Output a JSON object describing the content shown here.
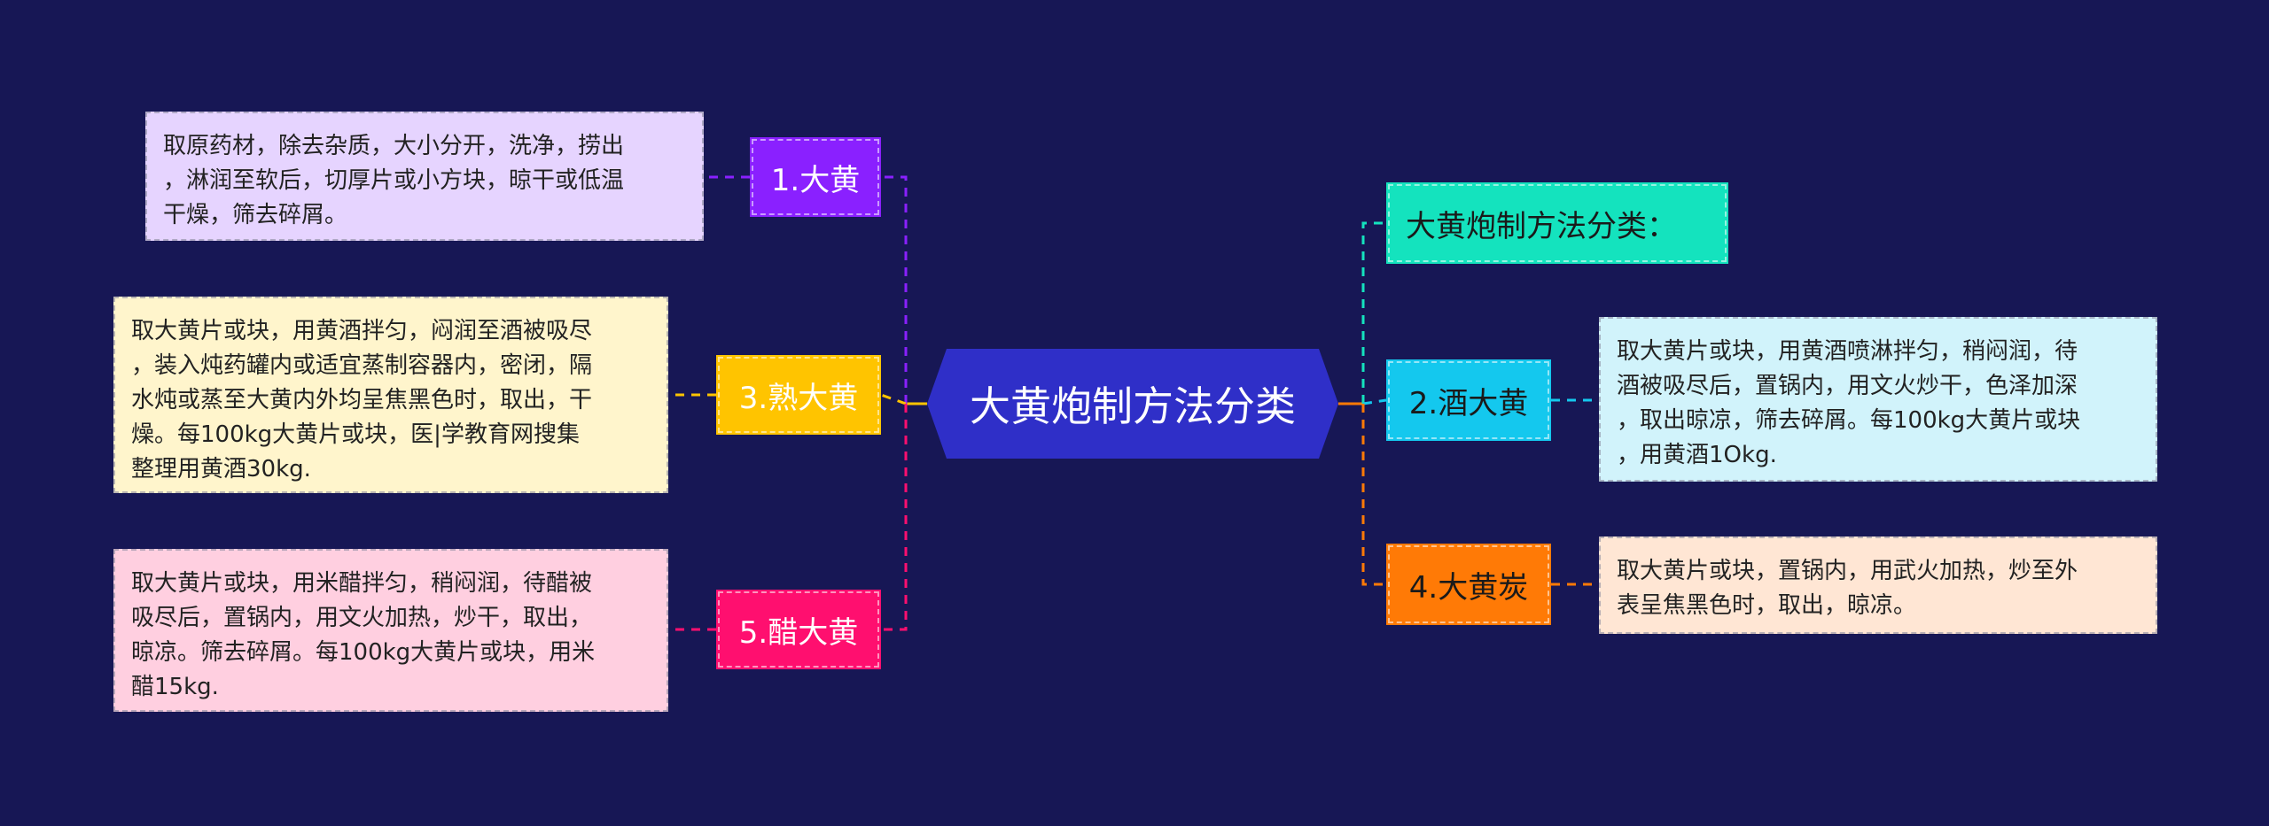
{
  "root": {
    "label": "大黄炮制方法分类",
    "color": "#2f2fc8"
  },
  "branches": [
    {
      "label": "1.大黄",
      "color": "#8a20ff",
      "line_color": "#8a20ff",
      "detail": "取原药材，除去杂质，大小分开，洗净，捞出\n，淋润至软后，切厚片或小方块，晾干或低温\n干燥，筛去碎屑。",
      "detail_bg": "#e6d4ff"
    },
    {
      "label": "3.熟大黄",
      "color": "#ffc400",
      "line_color": "#ffc400",
      "detail": "取大黄片或块，用黄酒拌匀，闷润至酒被吸尽\n，装入炖药罐内或适宜蒸制容器内，密闭，隔\n水炖或蒸至大黄内外均呈焦黑色时，取出，干\n燥。每100kg大黄片或块，医|学教育网搜集\n整理用黄酒30kg.",
      "detail_bg": "#fff5cc"
    },
    {
      "label": "5.醋大黄",
      "color": "#ff0f6f",
      "line_color": "#ff0f6f",
      "detail": "取大黄片或块，用米醋拌匀，稍闷润，待醋被\n吸尽后，置锅内，用文火加热，炒干，取出，\n晾凉。筛去碎屑。每100kg大黄片或块，用米\n醋15kg.",
      "detail_bg": "#ffcfe0"
    },
    {
      "label": "大黄炮制方法分类：",
      "color": "#14e3be",
      "line_color": "#14e3be",
      "text_color": "#1a1a1a"
    },
    {
      "label": "2.酒大黄",
      "color": "#14c8ee",
      "line_color": "#14c8ee",
      "text_color": "#1a1a1a",
      "detail": "取大黄片或块，用黄酒喷淋拌匀，稍闷润，待\n酒被吸尽后，置锅内，用文火炒干，色泽加深\n，取出晾凉，筛去碎屑。每100kg大黄片或块\n，用黄酒1Okg.",
      "detail_bg": "#d1f3fb"
    },
    {
      "label": "4.大黄炭",
      "color": "#ff7a06",
      "line_color": "#ff7a06",
      "text_color": "#1a1a1a",
      "detail": "取大黄片或块，置锅内，用武火加热，炒至外\n表呈焦黑色时，取出，晾凉。",
      "detail_bg": "#ffe6d4"
    }
  ]
}
